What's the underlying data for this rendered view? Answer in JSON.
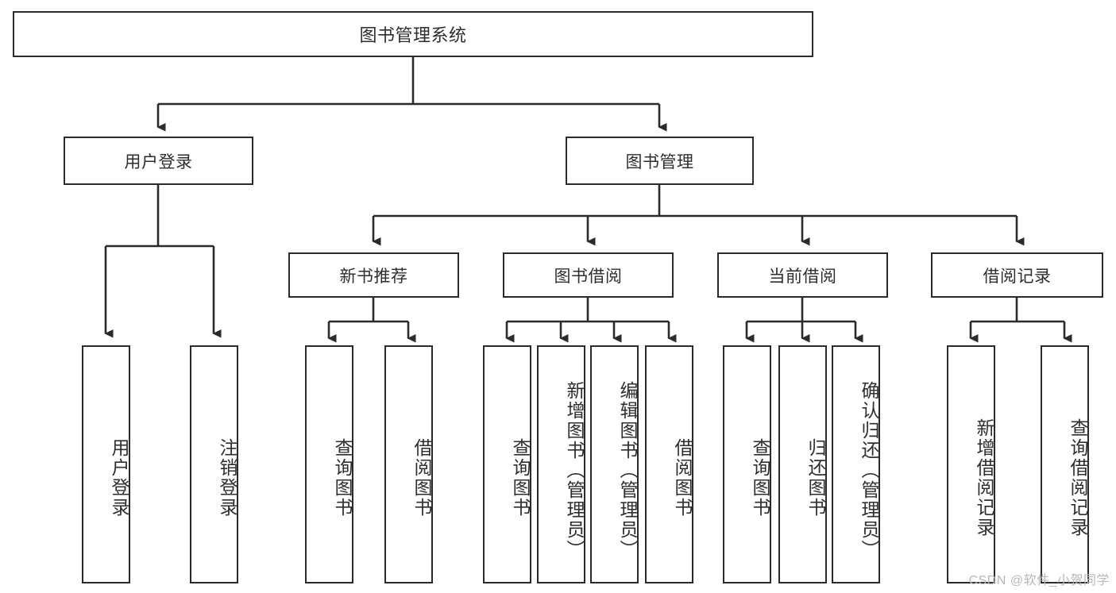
{
  "diagram": {
    "title": "图书管理系统",
    "type": "tree",
    "levels": 4,
    "colors": {
      "box_border": "#2b2b2b",
      "box_fill": "#ffffff",
      "text": "#2e2e2e",
      "connector": "#2b2b2b",
      "background": "#ffffff",
      "watermark": "#b8b8b8"
    },
    "root": {
      "label": "图书管理系统"
    },
    "level2": [
      {
        "label": "用户登录"
      },
      {
        "label": "图书管理"
      }
    ],
    "level3": [
      {
        "label": "新书推荐"
      },
      {
        "label": "图书借阅"
      },
      {
        "label": "当前借阅"
      },
      {
        "label": "借阅记录"
      }
    ],
    "leaves": {
      "user_login": [
        {
          "label": "用户登录"
        },
        {
          "label": "注销登录"
        }
      ],
      "new_book": [
        {
          "label": "查询图书"
        },
        {
          "label": "借阅图书"
        }
      ],
      "book_borrow": [
        {
          "label": "查询图书"
        },
        {
          "label": "新增图书（管理员）"
        },
        {
          "label": "编辑图书（管理员）"
        },
        {
          "label": "借阅图书"
        }
      ],
      "current_borrow": [
        {
          "label": "查询图书"
        },
        {
          "label": "归还图书"
        },
        {
          "label": "确认归还（管理员）"
        }
      ],
      "borrow_record": [
        {
          "label": "新增借阅记录"
        },
        {
          "label": "查询借阅记录"
        }
      ]
    }
  },
  "watermark": {
    "text": "CSDN @软件_小贺同学"
  }
}
